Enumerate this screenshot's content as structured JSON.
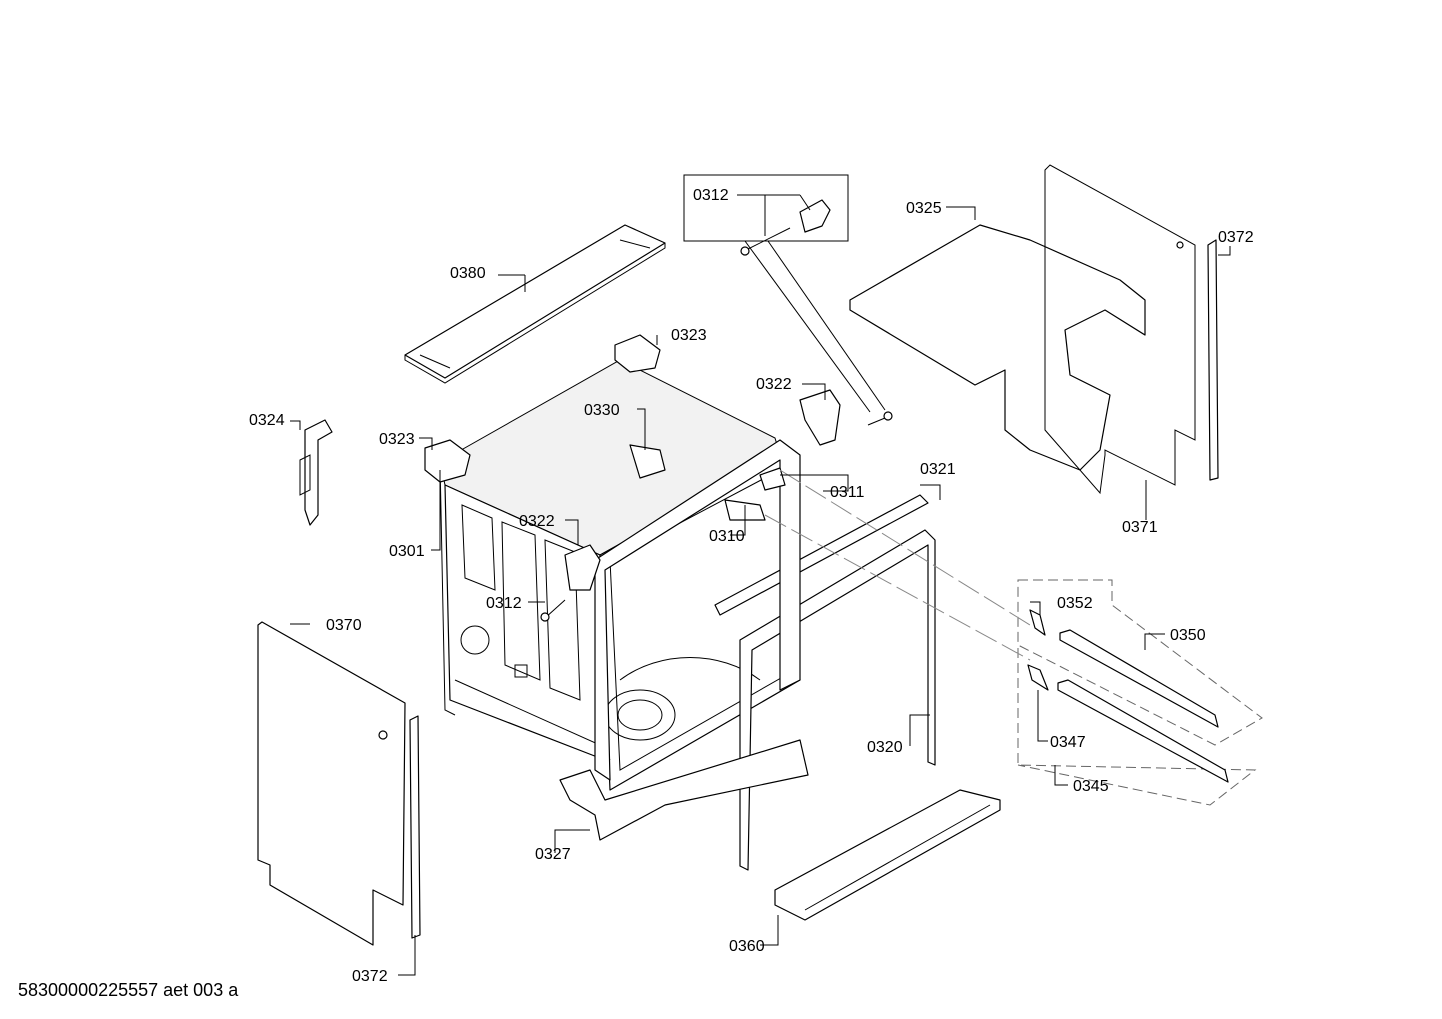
{
  "document_id": "58300000225557 aet 003 a",
  "callouts": [
    {
      "id": "c-0312-inset",
      "text": "0312"
    },
    {
      "id": "c-0325",
      "text": "0325"
    },
    {
      "id": "c-0372-right",
      "text": "0372"
    },
    {
      "id": "c-0380",
      "text": "0380"
    },
    {
      "id": "c-0323-top",
      "text": "0323"
    },
    {
      "id": "c-0322-right",
      "text": "0322"
    },
    {
      "id": "c-0324",
      "text": "0324"
    },
    {
      "id": "c-0330",
      "text": "0330"
    },
    {
      "id": "c-0323-left",
      "text": "0323"
    },
    {
      "id": "c-0321",
      "text": "0321"
    },
    {
      "id": "c-0311",
      "text": "0311"
    },
    {
      "id": "c-0371",
      "text": "0371"
    },
    {
      "id": "c-0322-left",
      "text": "0322"
    },
    {
      "id": "c-0310",
      "text": "0310"
    },
    {
      "id": "c-0301",
      "text": "0301"
    },
    {
      "id": "c-0312-main",
      "text": "0312"
    },
    {
      "id": "c-0352",
      "text": "0352"
    },
    {
      "id": "c-0370",
      "text": "0370"
    },
    {
      "id": "c-0350",
      "text": "0350"
    },
    {
      "id": "c-0347",
      "text": "0347"
    },
    {
      "id": "c-0320",
      "text": "0320"
    },
    {
      "id": "c-0345",
      "text": "0345"
    },
    {
      "id": "c-0327",
      "text": "0327"
    },
    {
      "id": "c-0360",
      "text": "0360"
    },
    {
      "id": "c-0372-left",
      "text": "0372"
    }
  ]
}
